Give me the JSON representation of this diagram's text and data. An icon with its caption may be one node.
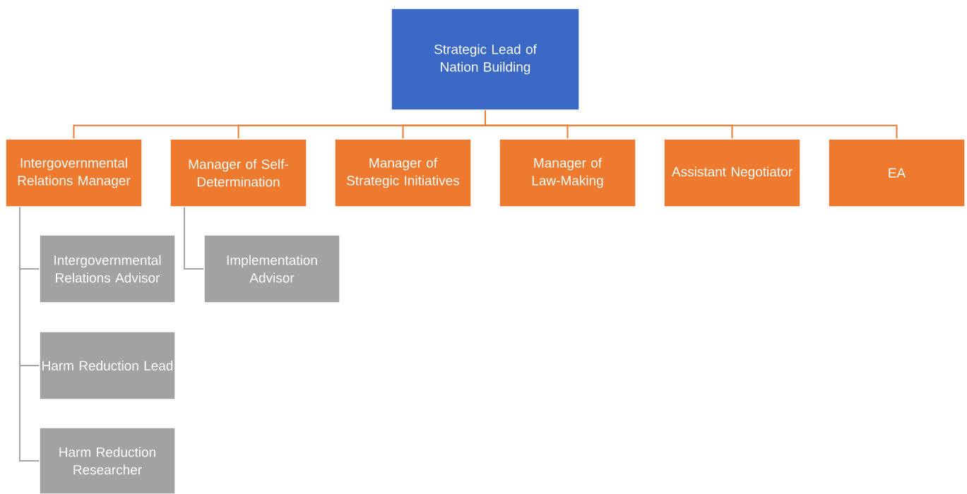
{
  "diagram": {
    "nodes": [
      {
        "text": [
          "Strategic Lead of Nation Building"
        ]
      },
      {
        "text": [
          "Intergovernmental Relations Manager"
        ]
      },
      {
        "text": [
          "Manager of Self-Determination"
        ]
      },
      {
        "text": [
          "Manager of Strategic Initiatives"
        ]
      },
      {
        "text": [
          "Manager of Law-Making"
        ]
      },
      {
        "text": [
          "Assistant Negotiator"
        ]
      },
      {
        "text": [
          "EA"
        ]
      },
      {
        "text": [
          "Intergovernmental Relations Advisor"
        ]
      },
      {
        "text": [
          "Harm Reduction Lead"
        ]
      },
      {
        "text": [
          "Harm Reduction Researcher"
        ]
      },
      {
        "text": [
          "Implementation Advisor"
        ]
      }
    ],
    "edges": [
      {
        "from": 0,
        "to": 1,
        "arrow": "none"
      },
      {
        "from": 0,
        "to": 2,
        "arrow": "none"
      },
      {
        "from": 0,
        "to": 3,
        "arrow": "none"
      },
      {
        "from": 0,
        "to": 4,
        "arrow": "none"
      },
      {
        "from": 0,
        "to": 5,
        "arrow": "none"
      },
      {
        "from": 0,
        "to": 6,
        "arrow": "none"
      },
      {
        "from": 1,
        "to": 7,
        "arrow": "none",
        "color": "#a5a5a5"
      },
      {
        "from": 1,
        "to": 8,
        "arrow": "none",
        "color": "#a5a5a5"
      },
      {
        "from": 1,
        "to": 9,
        "arrow": "none",
        "color": "#a5a5a5"
      },
      {
        "from": 2,
        "to": 10,
        "arrow": "none",
        "color": "#a5a5a5"
      }
    ]
  }
}
